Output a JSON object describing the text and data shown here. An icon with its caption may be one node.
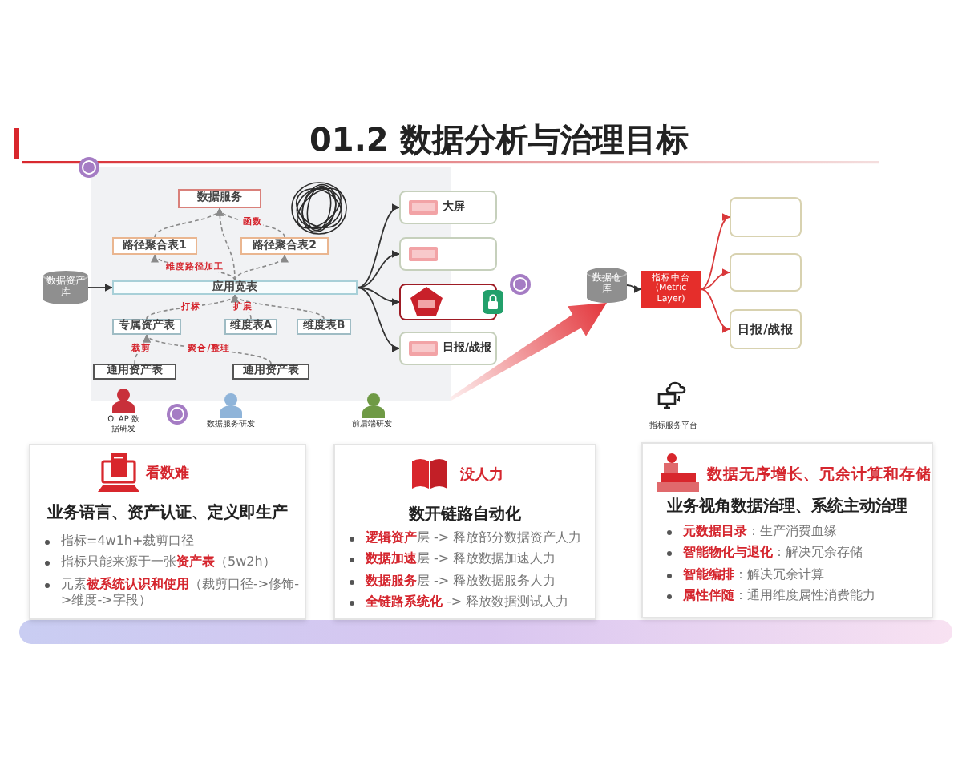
{
  "diagram": {
    "title": "01.2 数据分析与治理目标",
    "nodes": [
      {
        "text": [],
        "shape": "box"
      },
      {
        "text": [
          "数据服务"
        ],
        "in": 0
      },
      {
        "text": [
          "路径聚合表1"
        ],
        "in": 0
      },
      {
        "text": [
          "路径聚合表2"
        ],
        "in": 0
      },
      {
        "text": [
          "数据资产库"
        ]
      },
      {
        "text": [
          "应用宽表"
        ],
        "in": 0
      },
      {
        "text": [
          "专属资产表"
        ],
        "in": 0
      },
      {
        "text": [
          "维度表A"
        ],
        "in": 0
      },
      {
        "text": [
          "维度表B"
        ],
        "in": 0
      },
      {
        "text": [
          "通用资产表"
        ],
        "in": 0
      },
      {
        "text": [
          "通用资产表"
        ],
        "in": 0
      },
      {
        "text": [
          "大屏"
        ]
      },
      {
        "text": [],
        "shape": "box"
      },
      {
        "text": [],
        "shape": "box"
      },
      {
        "text": [
          "日报/战报"
        ]
      },
      {
        "text": [
          "数据仓库"
        ]
      },
      {
        "text": [
          "指标中台 (Metric Layer)"
        ]
      },
      {
        "text": [],
        "shape": "box"
      },
      {
        "text": [],
        "shape": "box"
      },
      {
        "text": [
          "日报/战报"
        ]
      },
      {
        "text": [
          "看数难",
          "业务语言、资产认证、定义即生产",
          "指标=4w1h+裁剪口径",
          "指标只能来源于一张**资产表**（5w2h）",
          "元素**被系统认识和使用**（裁剪口径->修饰->维度->字段）"
        ]
      },
      {
        "text": [
          "没人力",
          "数开链路自动化",
          "**逻辑资产**层 -> 释放部分数据资产人力",
          "**数据加速**层 -> 释放数据加速人力",
          "**数据服务**层 -> 释放数据服务人力",
          "**全链路系统化** -> 释放数据测试人力"
        ]
      },
      {
        "text": [
          "数据无序增长、冗余计算和存储",
          "业务视角数据治理、系统主动治理",
          "**元数据目录**：生产消费血缘",
          "**智能物化与退化**：解决冗余存储",
          "**智能编排**：解决冗余计算",
          "**属性伴随**：通用维度属性消费能力"
        ]
      },
      {
        "text": [],
        "shape": "bar"
      }
    ],
    "edges": [
      {
        "from": 9,
        "to": 6,
        "arrow": "to",
        "label": "裁剪",
        "style": "dashed"
      },
      {
        "from": 10,
        "to": 6,
        "arrow": "to",
        "label": "聚合/整理",
        "style": "dashed"
      },
      {
        "from": 6,
        "to": 5,
        "arrow": "to",
        "label": "打标",
        "style": "dashed"
      },
      {
        "from": 7,
        "to": 5,
        "arrow": "to",
        "label": "扩展",
        "style": "dashed"
      },
      {
        "from": 8,
        "to": 5,
        "arrow": "to",
        "style": "dashed"
      },
      {
        "from": 5,
        "to": 2,
        "arrow": "to",
        "label": "维度路径加工",
        "style": "dashed"
      },
      {
        "from": 5,
        "to": 3,
        "arrow": "to",
        "style": "dashed"
      },
      {
        "from": 5,
        "to": 1,
        "arrow": "to",
        "style": "dashed"
      },
      {
        "from": 2,
        "to": 1,
        "arrow": "to",
        "style": "dashed"
      },
      {
        "from": 3,
        "to": 1,
        "arrow": "to",
        "label": "函数",
        "style": "dashed"
      },
      {
        "from": 4,
        "to": 5,
        "arrow": "to",
        "color": "#333333"
      },
      {
        "from": 5,
        "to": 11,
        "arrow": "to",
        "color": "#333333"
      },
      {
        "from": 5,
        "to": 12,
        "arrow": "to",
        "color": "#333333"
      },
      {
        "from": 5,
        "to": 13,
        "arrow": "to",
        "color": "#333333"
      },
      {
        "from": 5,
        "to": 14,
        "arrow": "to",
        "color": "#333333"
      },
      {
        "from": 0,
        "to": 15,
        "arrow": "to",
        "style": "thick",
        "color": "#e3353b"
      },
      {
        "from": 15,
        "to": 16,
        "arrow": "to",
        "color": "#333333"
      },
      {
        "from": 16,
        "to": 17,
        "arrow": "to",
        "color": "#d9383a"
      },
      {
        "from": 16,
        "to": 18,
        "arrow": "to",
        "color": "#d9383a"
      },
      {
        "from": 16,
        "to": 19,
        "arrow": "to",
        "color": "#d9383a"
      }
    ],
    "labels": [
      "OLAP 数据研发",
      "数据服务研发",
      "前后端研发",
      "指标服务平台"
    ]
  }
}
